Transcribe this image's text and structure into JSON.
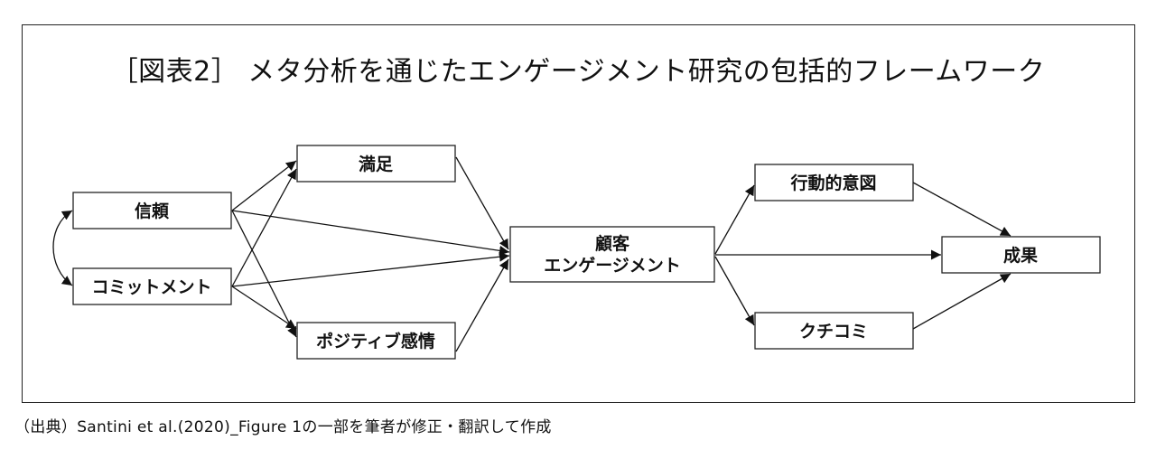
{
  "title": "［図表2］ メタ分析を通じたエンゲージメント研究の包括的フレームワーク",
  "nodes": {
    "trust": "信頼",
    "commitment": "コミットメント",
    "satisfaction": "満足",
    "positive_emotion": "ポジティブ感情",
    "engagement_line1": "顧客",
    "engagement_line2": "エンゲージメント",
    "behavioral_intention": "行動的意図",
    "word_of_mouth": "クチコミ",
    "outcome": "成果"
  },
  "source": "（出典）Santini et al.(2020)_Figure 1の一部を筆者が修正・翻訳して作成"
}
